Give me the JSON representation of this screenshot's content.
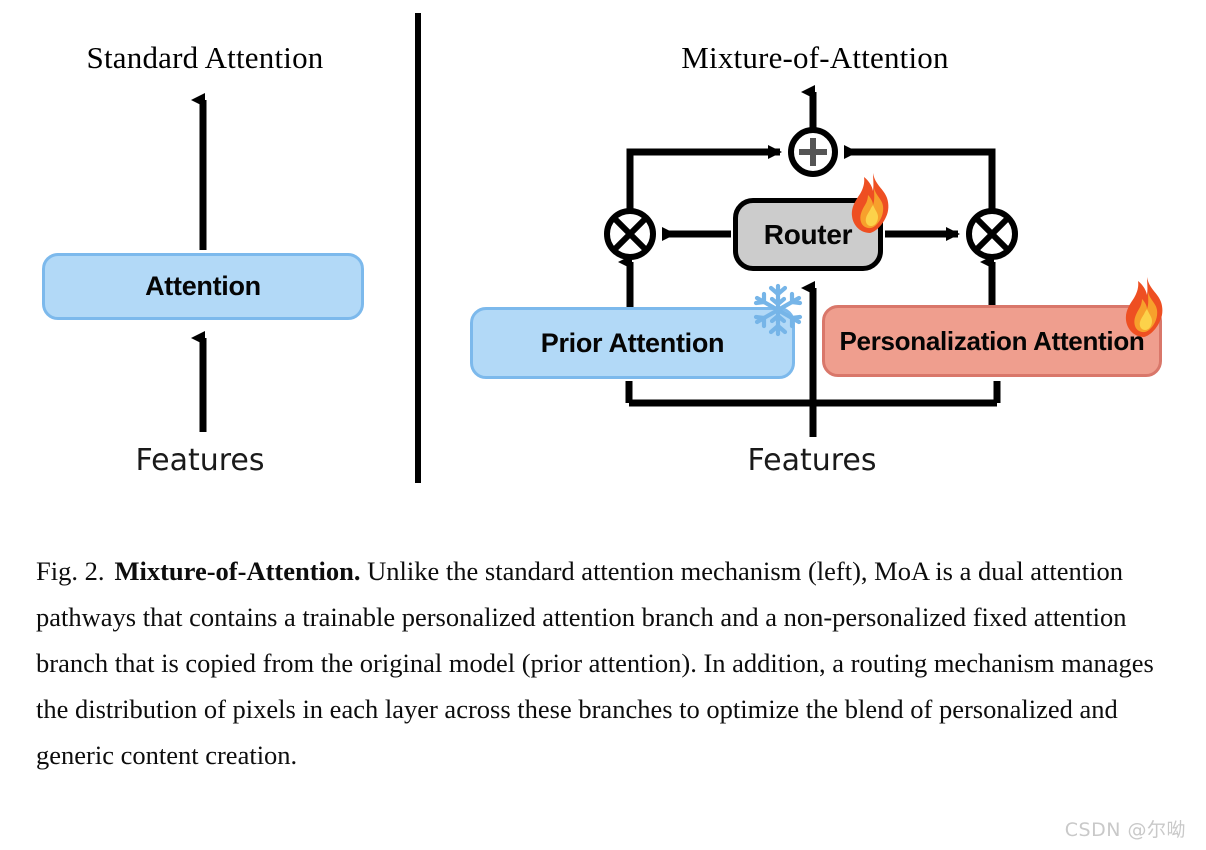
{
  "figure": {
    "panels": {
      "left": {
        "title": "Standard Attention",
        "attention_box_label": "Attention",
        "input_label": "Features"
      },
      "right": {
        "title": "Mixture-of-Attention",
        "router_label": "Router",
        "prior_label": "Prior Attention",
        "personalization_label": "Personalization Attention",
        "input_label": "Features",
        "operators": {
          "sum": "⊕",
          "multiply_left": "⊗",
          "multiply_right": "⊗"
        },
        "badges": {
          "router": "fire-emoji",
          "personalization": "fire-emoji",
          "prior": "snowflake-emoji"
        }
      }
    },
    "colors": {
      "prior_fill": "#b2d9f7",
      "prior_border": "#7cb9ec",
      "personalization_fill": "#ef9e8e",
      "personalization_border": "#d9776a",
      "router_fill": "#cccccc",
      "router_border": "#000000",
      "wire": "#000000",
      "snowflake": "#76b5e8",
      "fire_outer": "#ee5b28",
      "fire_inner": "#f9b233"
    }
  },
  "caption": {
    "figure_number": "Fig. 2.",
    "bold_title": "Mixture-of-Attention.",
    "body": "Unlike the standard attention mechanism (left), MoA is a dual attention pathways that contains a trainable personalized attention branch and a non-personalized fixed attention branch that is copied from the original model (prior attention). In addition, a routing mechanism manages the distribution of pixels in each layer across these branches to optimize the blend of personalized and generic content creation."
  },
  "watermark": {
    "text": "CSDN @尔呦"
  }
}
